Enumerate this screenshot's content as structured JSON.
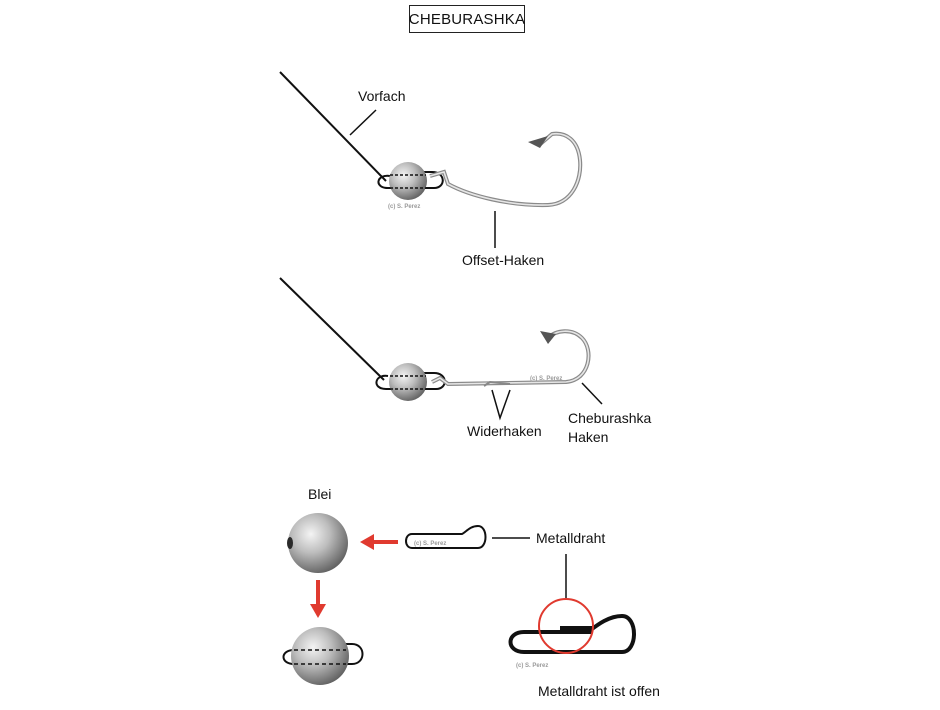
{
  "title": "CHEBURASHKA",
  "labels": {
    "vorfach": "Vorfach",
    "offset_haken": "Offset-Haken",
    "widerhaken": "Widerhaken",
    "cheburashka_haken_line1": "Cheburashka",
    "cheburashka_haken_line2": "Haken",
    "blei": "Blei",
    "metalldraht": "Metalldraht",
    "metalldraht_offen": "Metalldraht ist offen"
  },
  "copyright": "(c) S. Perez",
  "colors": {
    "line": "#111111",
    "hook": "#7a7a7a",
    "arrow": "#e03a2f",
    "highlight_circle": "#e03a2f",
    "sinker_light": "#f2f2f2",
    "sinker_dark": "#6f6f6f"
  }
}
